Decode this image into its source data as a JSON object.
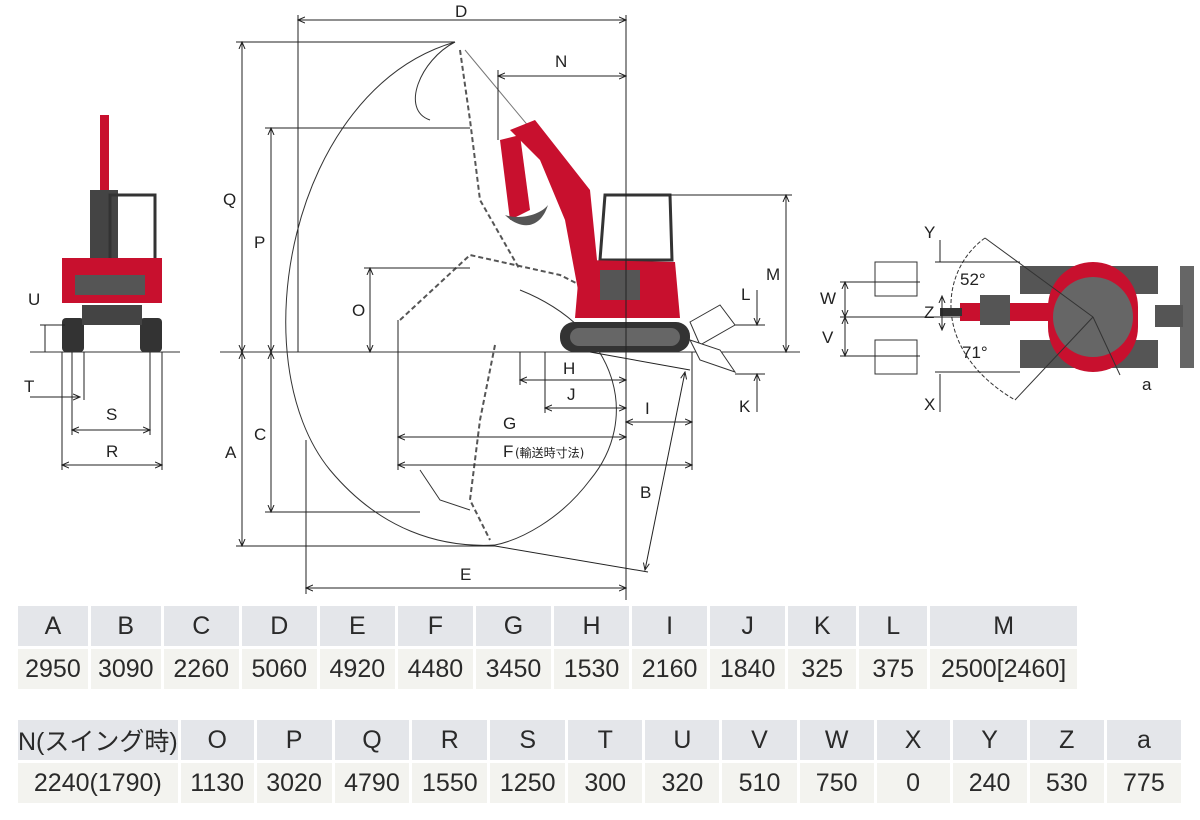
{
  "diagram": {
    "labels": {
      "A": "A",
      "B": "B",
      "C": "C",
      "D": "D",
      "E": "E",
      "F": "F",
      "F_note": "(輸送時寸法)",
      "G": "G",
      "H": "H",
      "I": "I",
      "J": "J",
      "K": "K",
      "L": "L",
      "M": "M",
      "N": "N",
      "O": "O",
      "P": "P",
      "Q": "Q",
      "R": "R",
      "S": "S",
      "T": "T",
      "U": "U",
      "V": "V",
      "W": "W",
      "X": "X",
      "Y": "Y",
      "Z": "Z",
      "a": "a"
    },
    "angles": {
      "upper": "52°",
      "lower": "71°"
    },
    "colors": {
      "body_red": "#c8102e",
      "dark": "#333333",
      "line": "#222222"
    }
  },
  "table1": {
    "headers": [
      "A",
      "B",
      "C",
      "D",
      "E",
      "F",
      "G",
      "H",
      "I",
      "J",
      "K",
      "L",
      "M"
    ],
    "values": [
      "2950",
      "3090",
      "2260",
      "5060",
      "4920",
      "4480",
      "3450",
      "1530",
      "2160",
      "1840",
      "325",
      "375",
      "2500[2460]"
    ]
  },
  "table2": {
    "headers": [
      "N(スイング時)",
      "O",
      "P",
      "Q",
      "R",
      "S",
      "T",
      "U",
      "V",
      "W",
      "X",
      "Y",
      "Z",
      "a"
    ],
    "values": [
      "2240(1790)",
      "1130",
      "3020",
      "4790",
      "1550",
      "1250",
      "300",
      "320",
      "510",
      "750",
      "0",
      "240",
      "530",
      "775"
    ]
  }
}
